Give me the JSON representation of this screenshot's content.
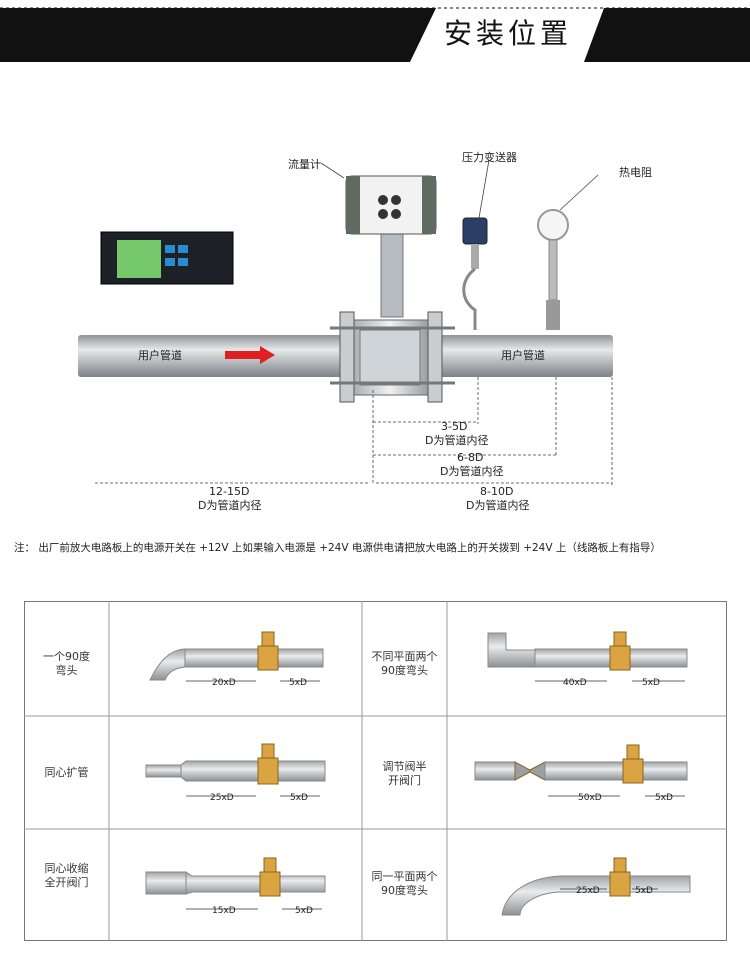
{
  "header": {
    "title": "安装位置"
  },
  "diagram": {
    "labels": {
      "flowmeter": "流量计",
      "pressure_transmitter": "压力变送器",
      "thermal_resistor": "热电阻",
      "pipe_left": "用户管道",
      "pipe_right": "用户管道"
    },
    "dims": [
      {
        "value": "3-5D",
        "desc": "D为管道内径"
      },
      {
        "value": "6-8D",
        "desc": "D为管道内径"
      },
      {
        "value": "12-15D",
        "desc": "D为管道内径"
      },
      {
        "value": "8-10D",
        "desc": "D为管道内径"
      }
    ]
  },
  "note": "注：  出厂前放大电路板上的电源开关在 +12V 上如果输入电源是 +24V 电源供电请把放大电路上的开关拨到 +24V 上（线路板上有指导）",
  "table": {
    "cells": [
      {
        "label": [
          "一个90度",
          "弯头"
        ],
        "upstream": "20xD",
        "downstream": "5xD"
      },
      {
        "label": [
          "不同平面两个",
          "90度弯头"
        ],
        "upstream": "40xD",
        "downstream": "5xD"
      },
      {
        "label": [
          "同心扩管"
        ],
        "upstream": "25xD",
        "downstream": "5xD"
      },
      {
        "label": [
          "调节阀半",
          "开阀门"
        ],
        "upstream": "50xD",
        "downstream": "5xD"
      },
      {
        "label": [
          "同心收缩",
          "全开阀门"
        ],
        "upstream": "15xD",
        "downstream": "5xD"
      },
      {
        "label": [
          "同一平面两个",
          "90度弯头"
        ],
        "upstream": "25xD",
        "downstream": "5xD"
      }
    ]
  },
  "colors": {
    "header_bg": "#111111",
    "arrow": "#e02020",
    "flange": "#d9a441",
    "pipe": "#bfc3c6"
  }
}
